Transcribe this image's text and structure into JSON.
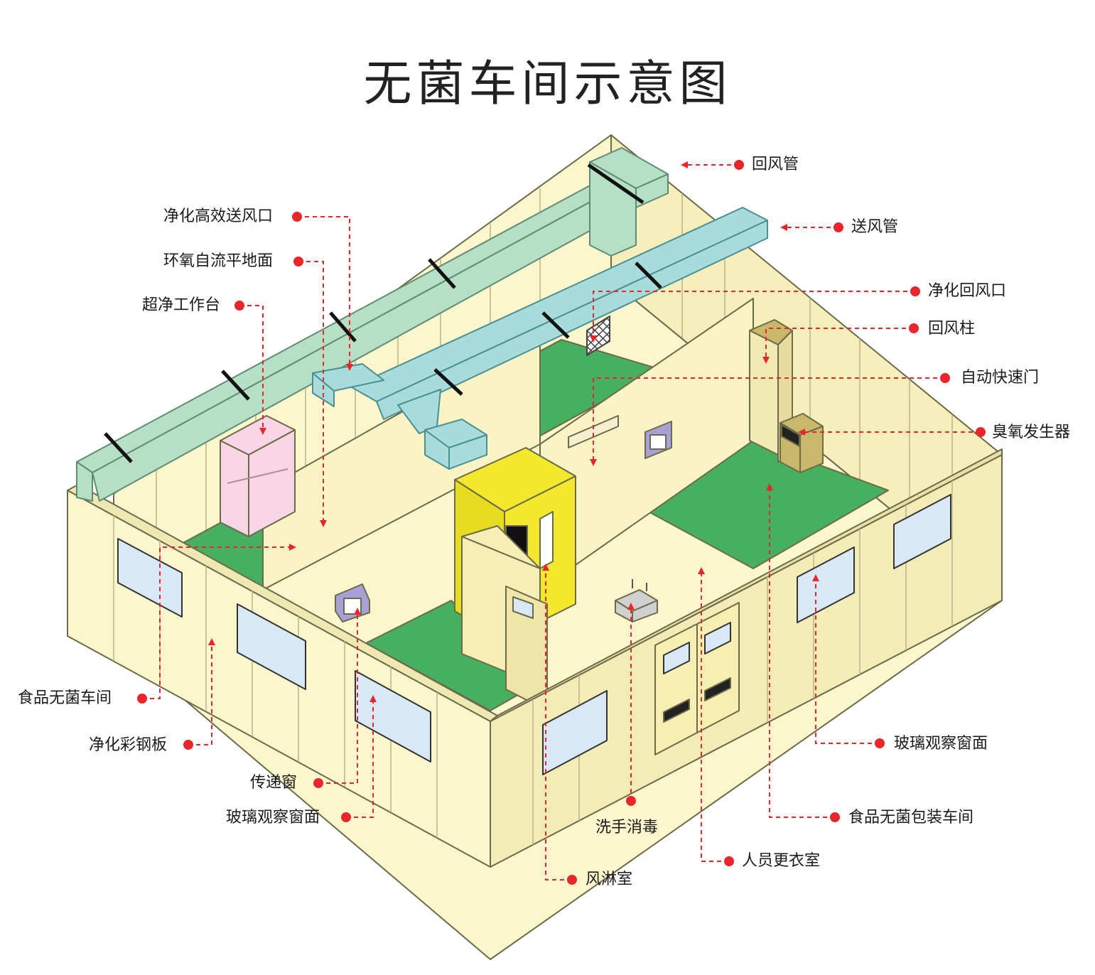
{
  "title": "无菌车间示意图",
  "colors": {
    "wall": "#fbf6cc",
    "wall_edge": "#6b6b4a",
    "floor": "#47b060",
    "return_duct": "#b6dfc6",
    "supply_duct": "#a8dcdc",
    "glass": "#d8e8f6",
    "air_shower": "#f3e82e",
    "pass_box": "#a8a0d6",
    "bench": "#f9d6e6",
    "ozone": "#c9b86a",
    "callout": "#e8262b"
  },
  "labels": {
    "return_duct": "回风管",
    "supply_duct": "送风管",
    "hepa_outlet": "净化高效送风口",
    "epoxy_floor": "环氧自流平地面",
    "clean_bench": "超净工作台",
    "return_vent": "净化回风口",
    "return_column": "回风柱",
    "fast_door": "自动快速门",
    "ozone_generator": "臭氧发生器",
    "food_workshop": "食品无菌车间",
    "steel_panel": "净化彩钢板",
    "pass_box": "传递窗",
    "glass_window_left": "玻璃观察窗面",
    "glass_window_right": "玻璃观察窗面",
    "hand_wash": "洗手消毒",
    "packaging_workshop": "食品无菌包装车间",
    "locker_room": "人员更衣室",
    "air_shower": "风淋室"
  }
}
